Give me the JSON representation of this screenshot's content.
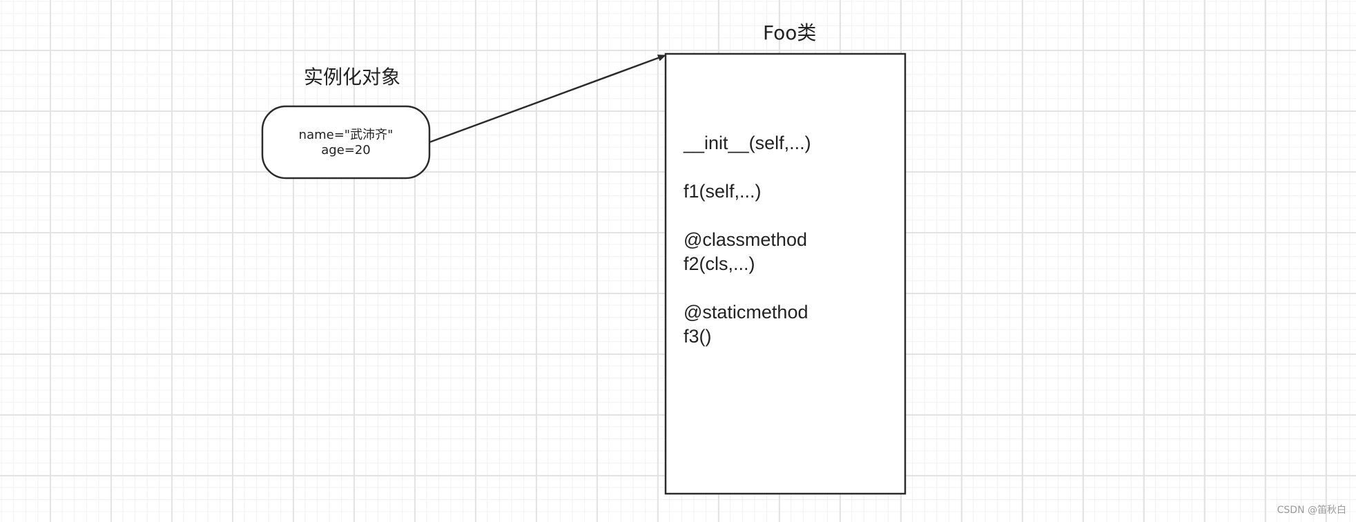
{
  "instance": {
    "title": "实例化对象",
    "attributes": [
      "name=\"武沛齐\"",
      "age=20"
    ]
  },
  "class_box": {
    "title": "Foo类",
    "members": [
      {
        "text": "__init__(self,...)",
        "gap_before": false
      },
      {
        "text": "f1(self,...)",
        "gap_before": true
      },
      {
        "text": "@classmethod",
        "gap_before": true
      },
      {
        "text": "f2(cls,...)",
        "gap_before": false
      },
      {
        "text": "@staticmethod",
        "gap_before": true
      },
      {
        "text": "f3()",
        "gap_before": false
      }
    ]
  },
  "colors": {
    "stroke": "#2b2b2b",
    "grid_major": "#e3e3e3",
    "grid_minor": "#f1f1f1"
  },
  "watermark": "CSDN @笛秋白"
}
